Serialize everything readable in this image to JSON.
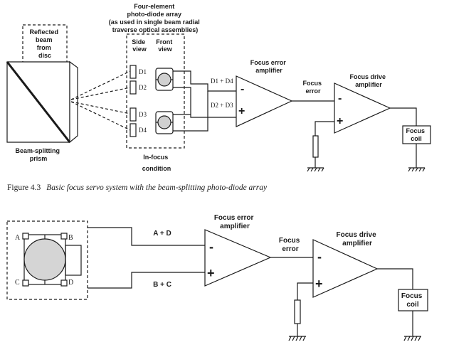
{
  "figure1": {
    "reflected_beam": [
      "Reflected",
      "beam",
      "from",
      "disc"
    ],
    "array_title": [
      "Four-element",
      "photo-diode array",
      "(as used in single beam radial",
      "traverse optical assemblies)"
    ],
    "side_view": [
      "Side",
      "view"
    ],
    "front_view": [
      "Front",
      "view"
    ],
    "diodes": [
      "D1",
      "D2",
      "D3",
      "D4"
    ],
    "sum_top": "D1 + D4",
    "sum_bottom": "D2 + D3",
    "prism": [
      "Beam-splitting",
      "prism"
    ],
    "in_focus": [
      "In-focus",
      "condition"
    ],
    "error_amp": [
      "Focus error",
      "amplifier"
    ],
    "focus_error": [
      "Focus",
      "error"
    ],
    "drive_amp": [
      "Focus drive",
      "amplifier"
    ],
    "coil": [
      "Focus",
      "coil"
    ],
    "minus": "-",
    "plus": "+"
  },
  "caption": {
    "number": "Figure 4.3",
    "text": "Basic focus servo system with the beam-splitting photo-diode array"
  },
  "figure2": {
    "quadrants": [
      "A",
      "B",
      "C",
      "D"
    ],
    "sum_top": "A + D",
    "sum_bottom": "B + C",
    "error_amp": [
      "Focus error",
      "amplifier"
    ],
    "focus_error": [
      "Focus",
      "error"
    ],
    "drive_amp": [
      "Focus drive",
      "amplifier"
    ],
    "coil": [
      "Focus",
      "coil"
    ],
    "minus": "-",
    "plus": "+"
  }
}
